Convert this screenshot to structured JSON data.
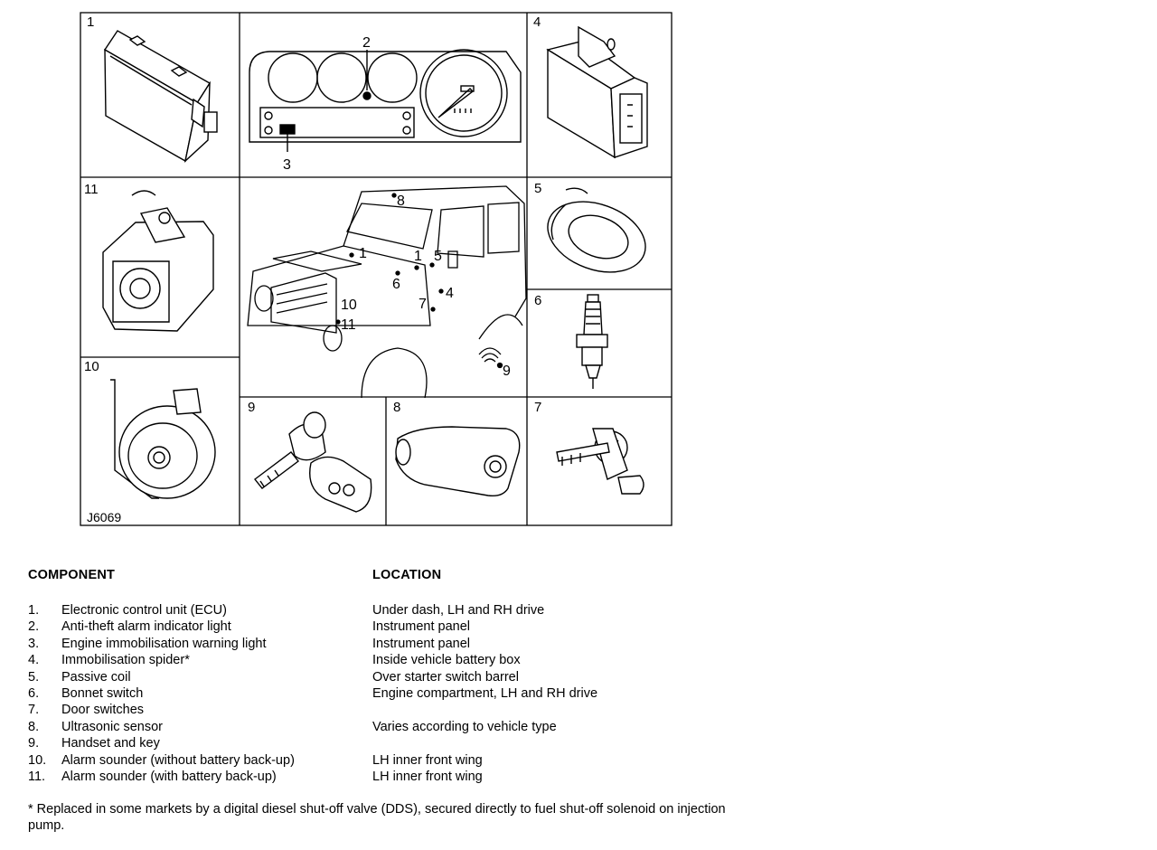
{
  "figure": {
    "reference": "J6069",
    "panels": {
      "ecu": "1",
      "instrument_panel_callout_indicator": "2",
      "instrument_panel_callout_warning": "3",
      "spider": "4",
      "passive_coil": "5",
      "bonnet_switch": "6",
      "door_switch": "7",
      "ultrasonic_sensor": "8",
      "handset_key": "9",
      "sounder_no_backup": "10",
      "sounder_backup": "11"
    },
    "vehicle_callouts": [
      "8",
      "1",
      "1",
      "5",
      "6",
      "4",
      "10",
      "7",
      "11",
      "9"
    ]
  },
  "legend": {
    "component_header": "COMPONENT",
    "location_header": "LOCATION",
    "rows": [
      {
        "num": "1.",
        "component": "Electronic control unit (ECU)",
        "location": "Under dash, LH and RH drive"
      },
      {
        "num": "2.",
        "component": "Anti-theft alarm indicator light",
        "location": "Instrument panel"
      },
      {
        "num": "3.",
        "component": "Engine immobilisation warning light",
        "location": "Instrument panel"
      },
      {
        "num": "4.",
        "component": "Immobilisation spider*",
        "location": "Inside vehicle battery box"
      },
      {
        "num": "5.",
        "component": "Passive coil",
        "location": "Over starter switch barrel"
      },
      {
        "num": "6.",
        "component": "Bonnet switch",
        "location": "Engine compartment, LH and RH drive"
      },
      {
        "num": "7.",
        "component": "Door switches",
        "location": ""
      },
      {
        "num": "8.",
        "component": "Ultrasonic sensor",
        "location": "Varies according to vehicle type"
      },
      {
        "num": "9.",
        "component": "Handset and key",
        "location": ""
      },
      {
        "num": "10.",
        "component": "Alarm sounder (without battery back-up)",
        "location": "LH inner front wing"
      },
      {
        "num": "11.",
        "component": "Alarm sounder (with battery back-up)",
        "location": "LH inner front wing"
      }
    ],
    "footnote": "* Replaced in some markets by a digital diesel shut-off valve (DDS), secured directly to fuel shut-off solenoid on injection pump."
  }
}
